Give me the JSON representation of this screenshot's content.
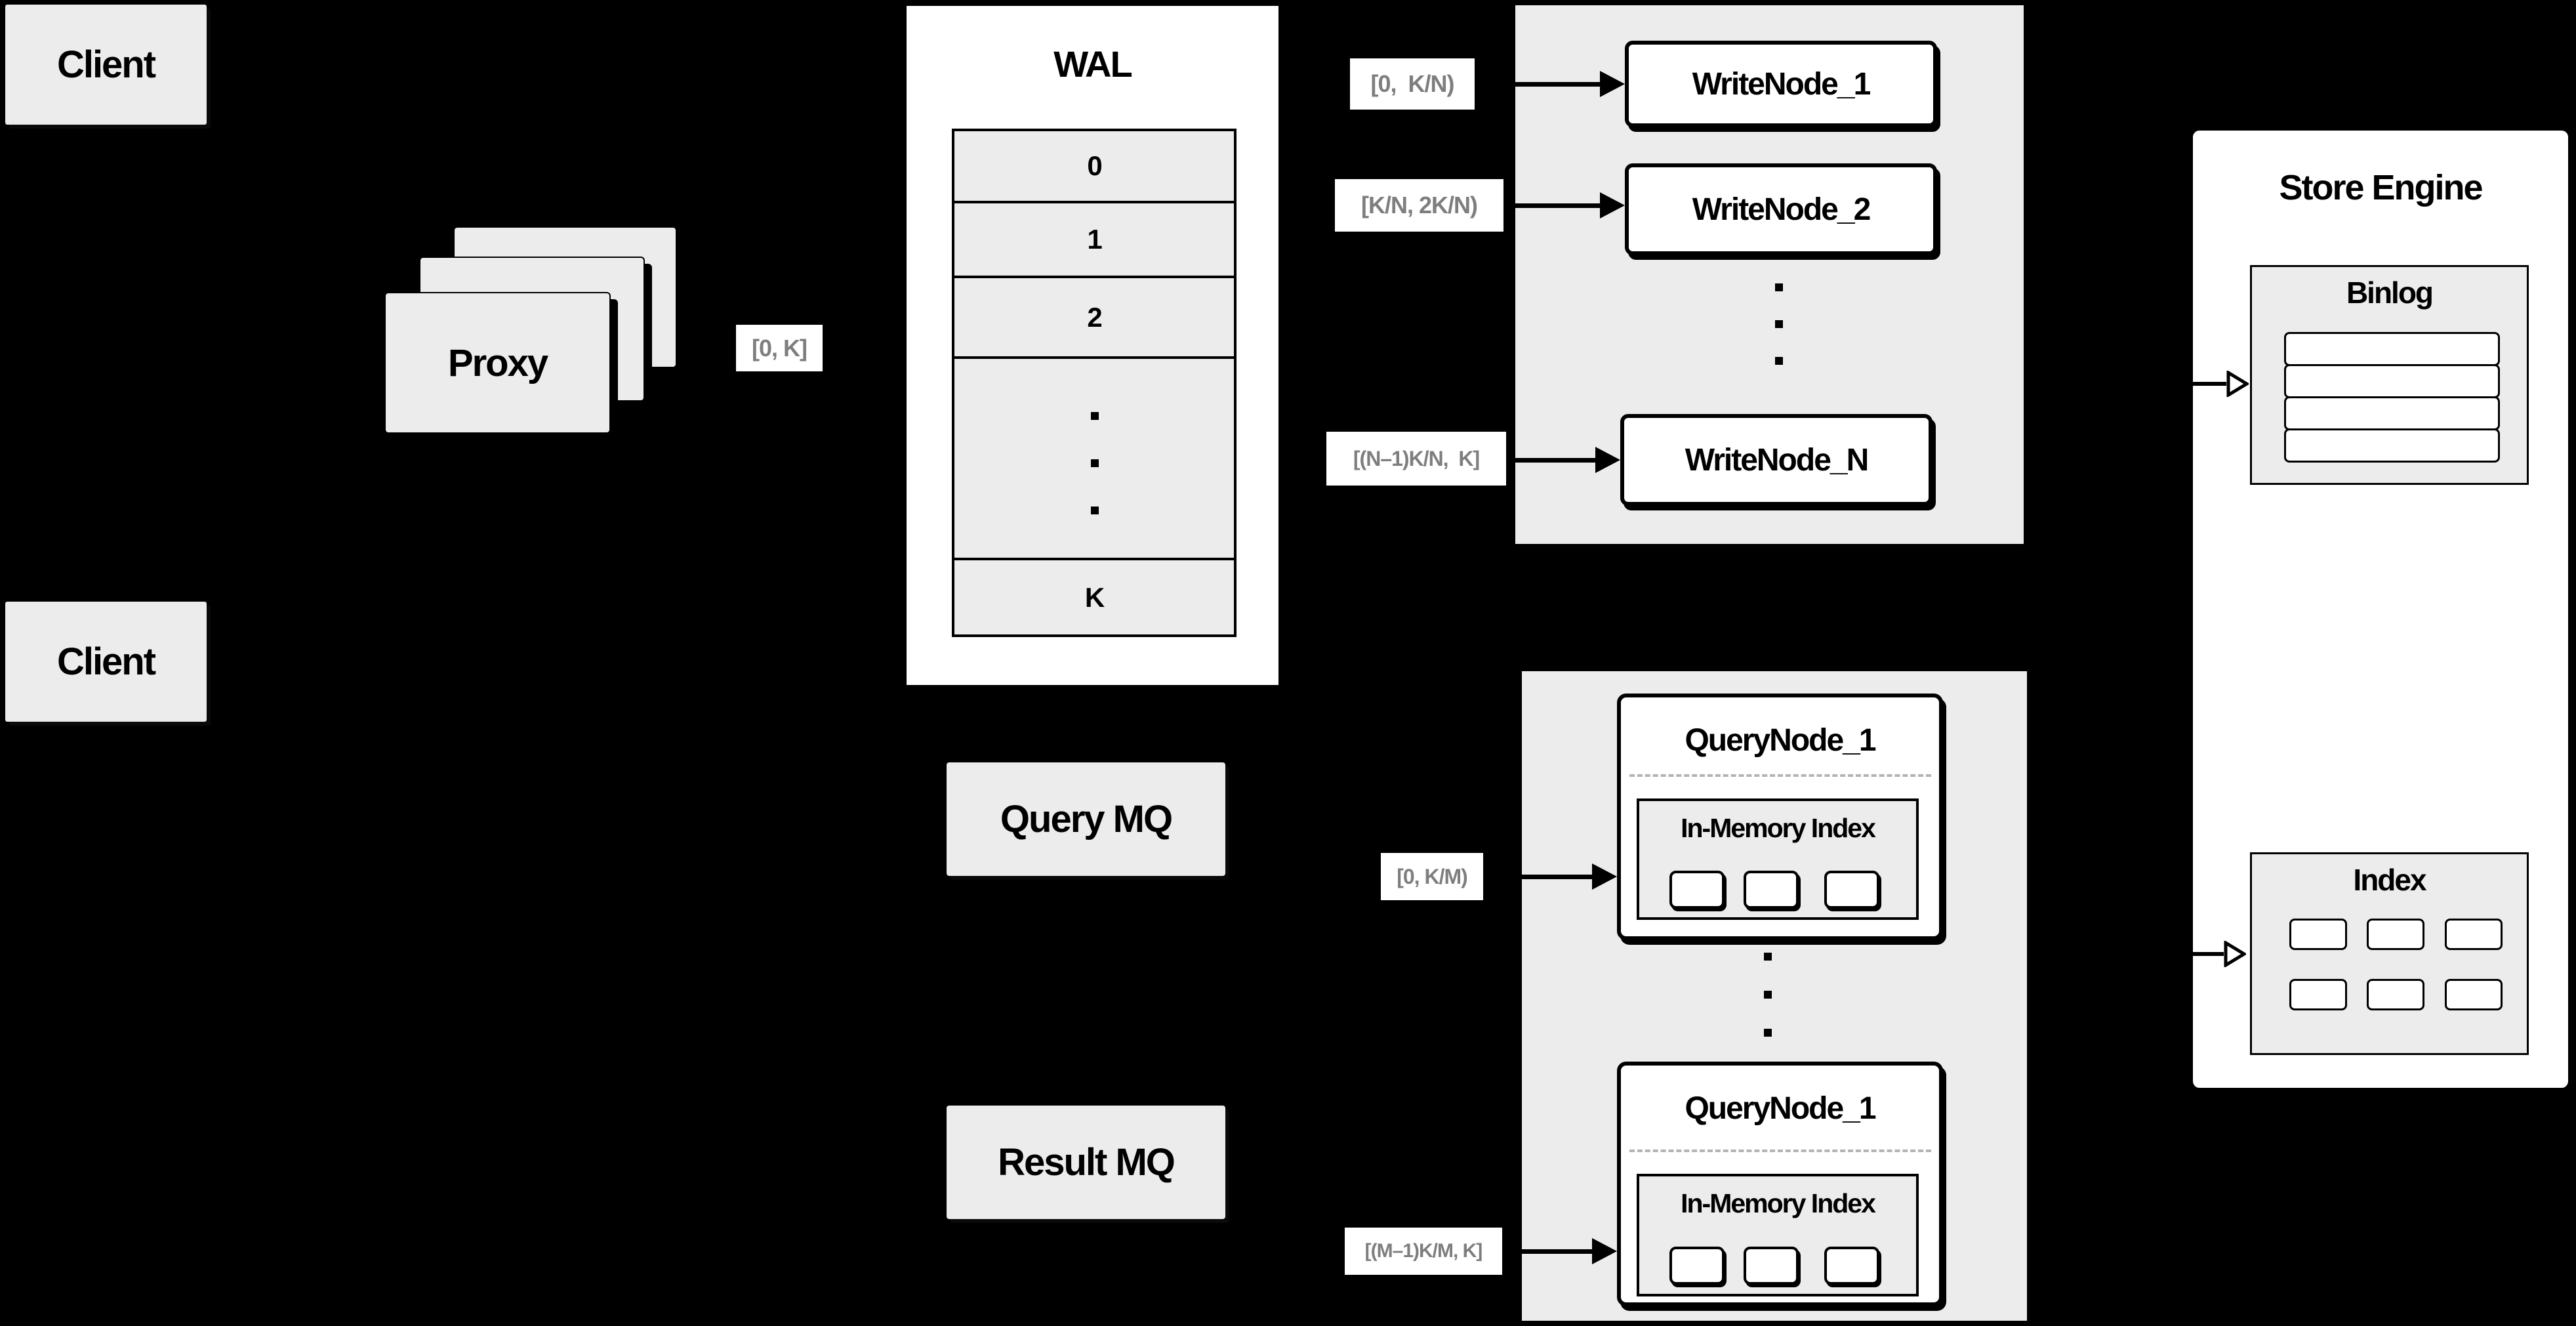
{
  "colors": {
    "background": "#000000",
    "panel": "#ececec",
    "box_white": "#ffffff",
    "border": "#000000",
    "interval_text": "#7e7e7e"
  },
  "client_top": {
    "label": "Client"
  },
  "client_bottom": {
    "label": "Client"
  },
  "proxy": {
    "label": "Proxy"
  },
  "wal": {
    "title": "WAL",
    "rows": [
      "0",
      "1",
      "2",
      "K"
    ]
  },
  "intervals": {
    "proxy_wal": "[0, K]",
    "write_1": "[0,  K/N)",
    "write_2": "[K/N, 2K/N)",
    "write_n": "[(N–1)K/N,  K]",
    "query_1": "[0, K/M)",
    "query_m": "[(M–1)K/M, K]"
  },
  "write_cluster": {
    "nodes": [
      "WriteNode_1",
      "WriteNode_2",
      "WriteNode_N"
    ]
  },
  "query_cluster": {
    "nodes": [
      {
        "title": "QueryNode_1",
        "inner": "In-Memory Index"
      },
      {
        "title": "QueryNode_1",
        "inner": "In-Memory Index"
      }
    ]
  },
  "mq": {
    "query": "Query MQ",
    "result": "Result MQ"
  },
  "store_engine": {
    "title": "Store Engine",
    "binlog": "Binlog",
    "index": "Index"
  }
}
